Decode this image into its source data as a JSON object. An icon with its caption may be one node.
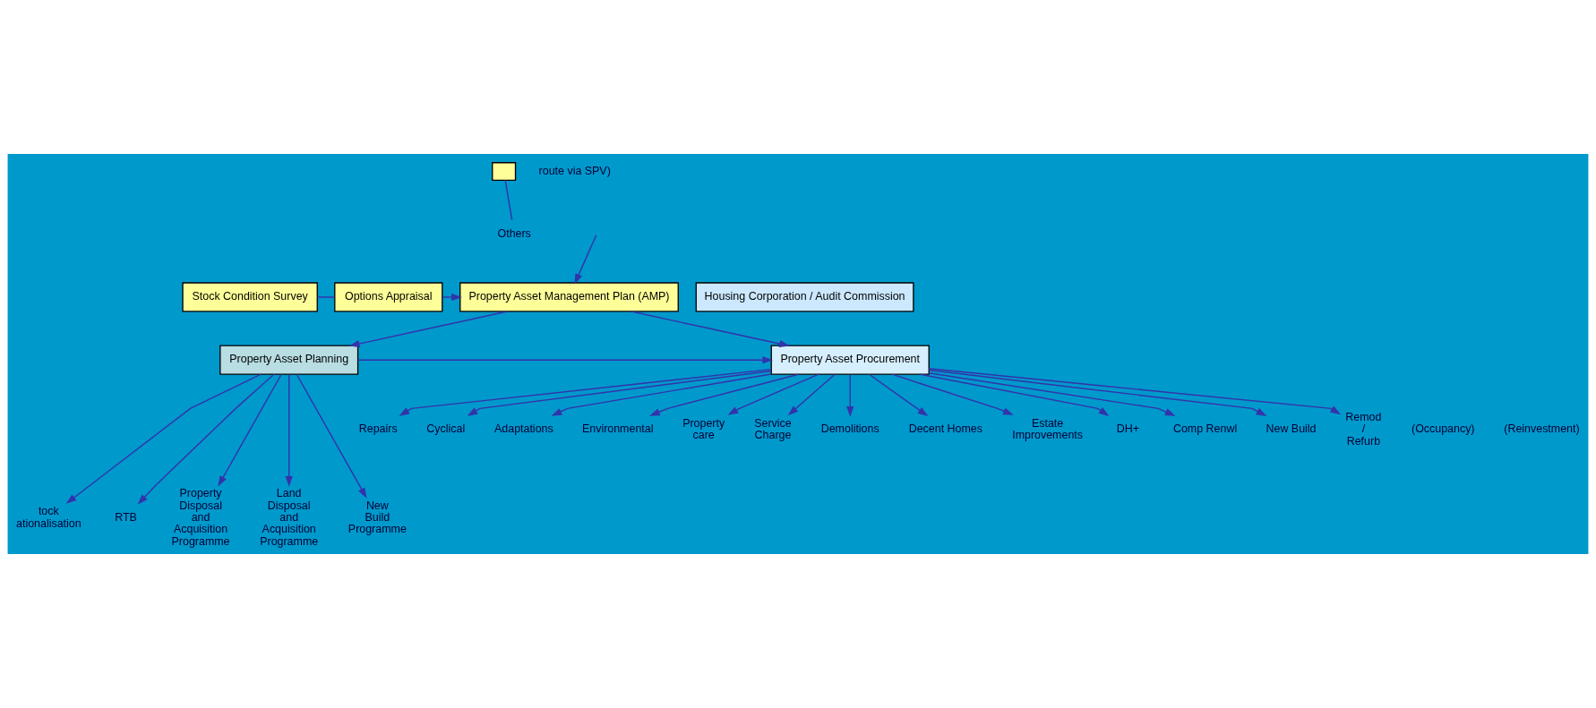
{
  "diagram": {
    "nodes": [
      {
        "text": [],
        "shape": "box"
      },
      {
        "text": [
          "Others"
        ]
      },
      {
        "text": [
          "Stock Condition Survey"
        ]
      },
      {
        "text": [
          "Options Appraisal"
        ]
      },
      {
        "text": [
          "Property Asset Management Plan (AMP)"
        ]
      },
      {
        "text": [
          "Housing Corporation / Audit Commission"
        ]
      },
      {
        "text": [
          "Property Asset Planning"
        ]
      },
      {
        "text": [
          "Property Asset Procurement"
        ]
      },
      {
        "text": [
          "Repairs"
        ]
      },
      {
        "text": [
          "Cyclical"
        ]
      },
      {
        "text": [
          "Adaptations"
        ]
      },
      {
        "text": [
          "Environmental"
        ]
      },
      {
        "text": [
          "Property care"
        ]
      },
      {
        "text": [
          "Service Charge"
        ]
      },
      {
        "text": [
          "Demolitions"
        ]
      },
      {
        "text": [
          "Decent Homes"
        ]
      },
      {
        "text": [
          "Estate Improvements"
        ]
      },
      {
        "text": [
          "DH+"
        ]
      },
      {
        "text": [
          "Comp Renwl"
        ]
      },
      {
        "text": [
          "New Build"
        ]
      },
      {
        "text": [
          "Remod / Refurb"
        ]
      },
      {
        "text": [
          "tock ationalisation"
        ]
      },
      {
        "text": [
          "RTB"
        ]
      },
      {
        "text": [
          "Property Disposal and Acquisition Programme"
        ]
      },
      {
        "text": [
          "Land Disposal and Acquisition Programme"
        ]
      },
      {
        "text": [
          "New Build Programme"
        ]
      }
    ],
    "edges": [
      {
        "from": 0,
        "to": 1,
        "arrow": "none"
      },
      {
        "from": 2,
        "to": 3,
        "arrow": "none"
      },
      {
        "from": 3,
        "to": 4,
        "arrow": "to"
      },
      {
        "from": null,
        "to": 4,
        "arrow": "to"
      },
      {
        "from": 4,
        "to": 6,
        "arrow": "to"
      },
      {
        "from": 4,
        "to": 7,
        "arrow": "to"
      },
      {
        "from": 6,
        "to": 7,
        "arrow": "to"
      },
      {
        "from": 7,
        "to": 8,
        "arrow": "to"
      },
      {
        "from": 7,
        "to": 9,
        "arrow": "to"
      },
      {
        "from": 7,
        "to": 10,
        "arrow": "to"
      },
      {
        "from": 7,
        "to": 11,
        "arrow": "to"
      },
      {
        "from": 7,
        "to": 12,
        "arrow": "to"
      },
      {
        "from": 7,
        "to": 13,
        "arrow": "to"
      },
      {
        "from": 7,
        "to": 14,
        "arrow": "to"
      },
      {
        "from": 7,
        "to": 15,
        "arrow": "to"
      },
      {
        "from": 7,
        "to": 16,
        "arrow": "to"
      },
      {
        "from": 7,
        "to": 17,
        "arrow": "to"
      },
      {
        "from": 7,
        "to": 18,
        "arrow": "to"
      },
      {
        "from": 7,
        "to": 19,
        "arrow": "to"
      },
      {
        "from": 7,
        "to": 20,
        "arrow": "to"
      },
      {
        "from": 6,
        "to": 21,
        "arrow": "to"
      },
      {
        "from": 6,
        "to": 22,
        "arrow": "to"
      },
      {
        "from": 6,
        "to": 23,
        "arrow": "to"
      },
      {
        "from": 6,
        "to": 24,
        "arrow": "to"
      },
      {
        "from": 6,
        "to": 25,
        "arrow": "to"
      }
    ],
    "labels": [
      "route via SPV)",
      "(Occupancy)",
      "(Reinvestment)"
    ]
  }
}
